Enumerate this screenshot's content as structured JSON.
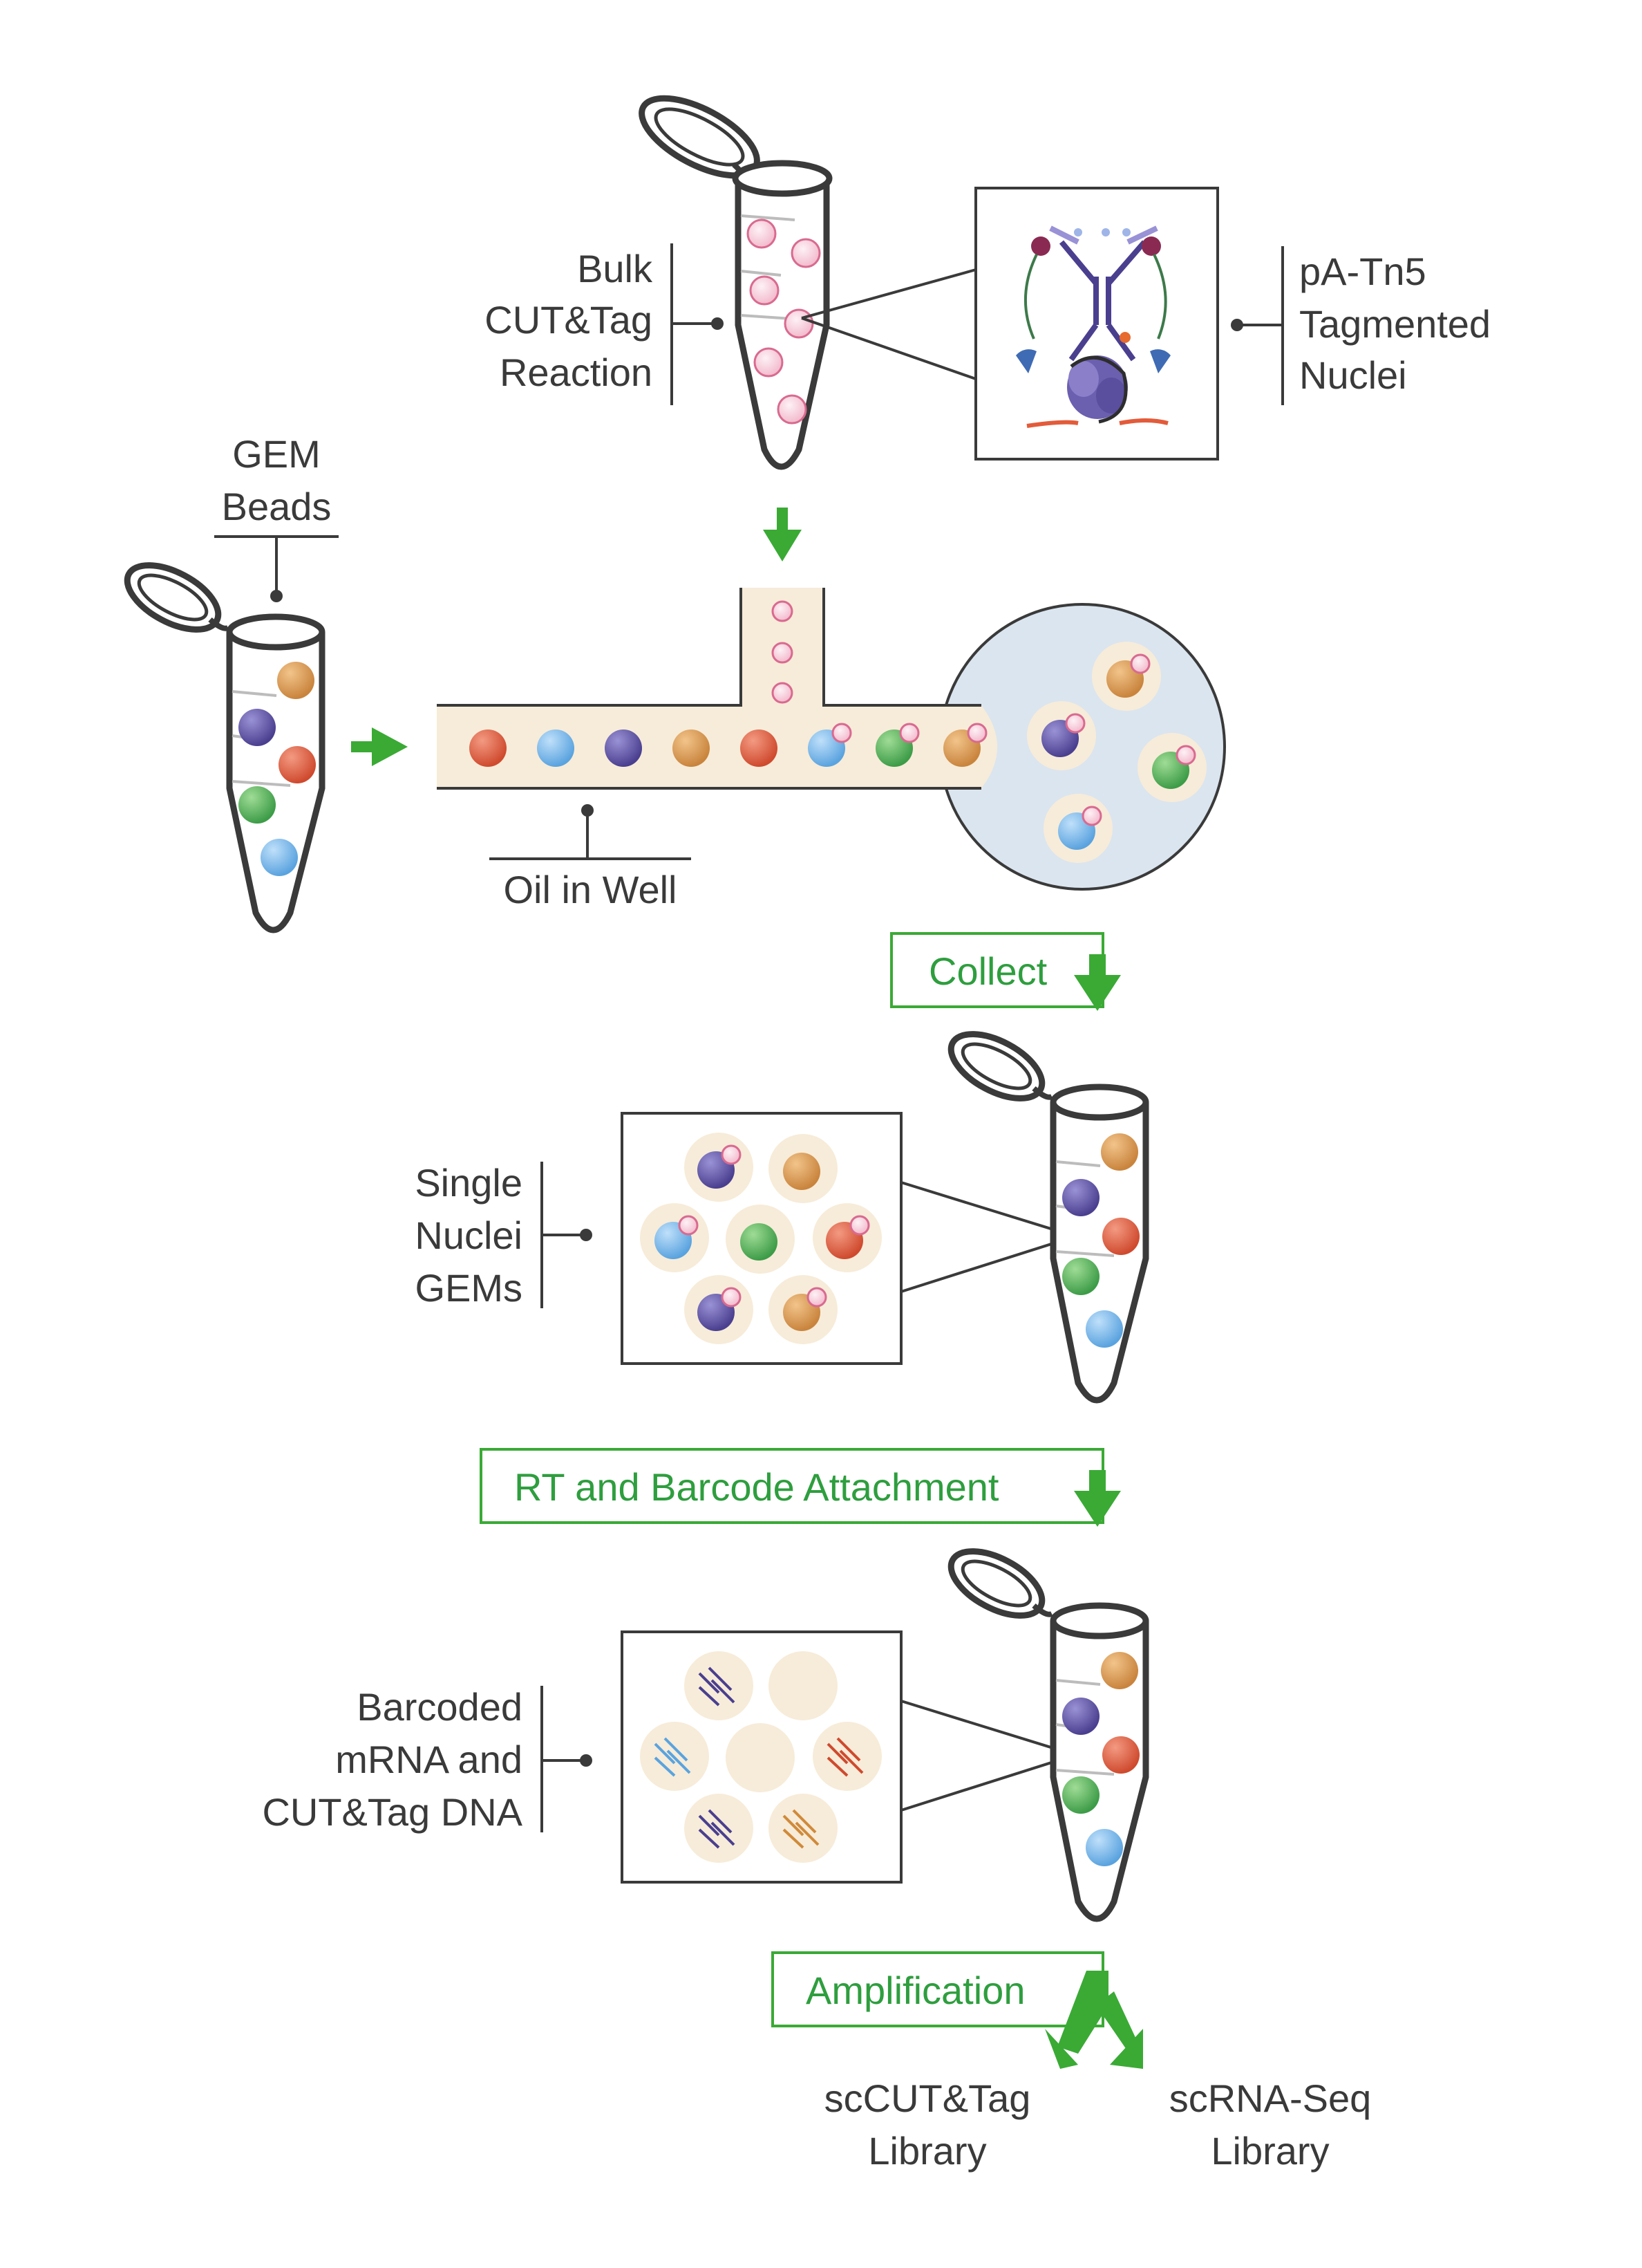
{
  "colors": {
    "green": "#3aaa35",
    "oil": "#f7ecd9",
    "chamber": "#dbe5ef",
    "tube_outline": "#3a3a3a",
    "nucleus": "#f6c7d6"
  },
  "labels": {
    "bulk": [
      "Bulk",
      "CUT&Tag",
      "Reaction"
    ],
    "ptn5": [
      "pA-Tn5",
      "Tagmented",
      "Nuclei"
    ],
    "gem_beads": [
      "GEM",
      "Beads"
    ],
    "oil": "Oil in Well",
    "single": [
      "Single",
      "Nuclei",
      "GEMs"
    ],
    "barcoded": [
      "Barcoded",
      "mRNA and",
      "CUT&Tag DNA"
    ],
    "sc_cut": [
      "scCUT&Tag",
      "Library"
    ],
    "sc_rna": [
      "scRNA-Seq",
      "Library"
    ]
  },
  "steps": {
    "collect": "Collect",
    "rt": "RT and Barcode Attachment",
    "amp": "Amplification"
  },
  "icons": [
    "tube-icon",
    "nucleosome-icon",
    "antibody-icon",
    "bead-icon",
    "arrow-icon"
  ]
}
